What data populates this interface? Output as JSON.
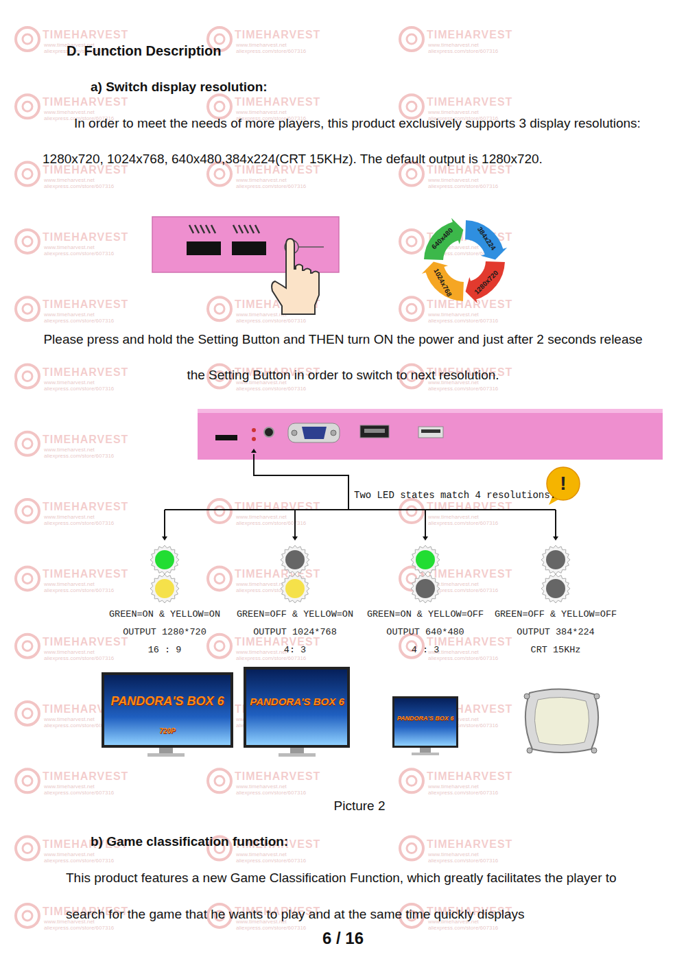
{
  "diagram": {
    "title": "D. Function Description",
    "caption": "Picture 2",
    "nodes": [
      {
        "text": [
          "GREEN=ON & YELLOW=ON",
          "OUTPUT 1280*720",
          "16 : 9"
        ]
      },
      {
        "text": [
          "GREEN=OFF & YELLOW=ON",
          "OUTPUT 1024*768",
          "4: 3"
        ]
      },
      {
        "text": [
          "GREEN=ON & YELLOW=OFF",
          "OUTPUT 640*480",
          "4 : 3"
        ]
      },
      {
        "text": [
          "GREEN=OFF & YELLOW=OFF",
          "OUTPUT 384*224",
          "CRT 15KHz"
        ]
      }
    ],
    "labels": [
      "a) Switch display resolution:",
      "In order to meet the needs of more players, this product exclusively supports 3 display resolutions: 1280x720, 1024x768, 640x480,384x224(CRT 15KHz). The default output is 1280x720.",
      "640x480",
      "384x224",
      "1280x720",
      "1024x768",
      "Please press and hold the Setting Button and THEN turn ON the power and just after 2 seconds release the Setting Button in order to switch to next resolution.",
      "Two LED states match 4 resolutions.",
      "!",
      "PANDORA'S BOX 6",
      "720P",
      "PANDORA'S BOX 6",
      "PANDORA'S BOX 6",
      "b) Game classification function:",
      "This product features a new Game Classification Function, which greatly facilitates the player to search for the game that he wants to play and at the same time quickly displays",
      "6 / 16",
      "TIMEHARVEST",
      "www.timeharvest.net",
      "aliexpress.com/store/607316",
      "TIMEHARVEST",
      "www.timeharvest.net",
      "aliexpress.com/store/607316",
      "TIMEHARVEST",
      "www.timeharvest.net",
      "aliexpress.com/store/607316",
      "TIMEHARVEST",
      "www.timeharvest.net",
      "aliexpress.com/store/607316",
      "TIMEHARVEST",
      "www.timeharvest.net",
      "aliexpress.com/store/607316",
      "TIMEHARVEST",
      "www.timeharvest.net",
      "aliexpress.com/store/607316",
      "TIMEHARVEST",
      "www.timeharvest.net",
      "aliexpress.com/store/607316",
      "TIMEHARVEST",
      "www.timeharvest.net",
      "aliexpress.com/store/607316",
      "TIMEHARVEST",
      "www.timeharvest.net",
      "aliexpress.com/store/607316",
      "TIMEHARVEST",
      "www.timeharvest.net",
      "aliexpress.com/store/607316",
      "TIMEHARVEST",
      "www.timeharvest.net",
      "aliexpress.com/store/607316",
      "TIMEHARVEST",
      "www.timeharvest.net",
      "aliexpress.com/store/607316",
      "TIMEHARVEST",
      "www.timeharvest.net",
      "aliexpress.com/store/607316",
      "TIMEHARVEST",
      "www.timeharvest.net",
      "aliexpress.com/store/607316",
      "TIMEHARVEST",
      "www.timeharvest.net",
      "aliexpress.com/store/607316",
      "TIMEHARVEST",
      "www.timeharvest.net",
      "aliexpress.com/store/607316",
      "TIMEHARVEST",
      "www.timeharvest.net",
      "aliexpress.com/store/607316",
      "TIMEHARVEST",
      "www.timeharvest.net",
      "aliexpress.com/store/607316",
      "TIMEHARVEST",
      "www.timeharvest.net",
      "aliexpress.com/store/607316",
      "TIMEHARVEST",
      "www.timeharvest.net",
      "aliexpress.com/store/607316",
      "TIMEHARVEST",
      "www.timeharvest.net",
      "aliexpress.com/store/607316",
      "TIMEHARVEST",
      "www.timeharvest.net",
      "aliexpress.com/store/607316",
      "TIMEHARVEST",
      "www.timeharvest.net",
      "aliexpress.com/store/607316",
      "TIMEHARVEST",
      "www.timeharvest.net",
      "aliexpress.com/store/607316",
      "TIMEHARVEST",
      "www.timeharvest.net",
      "aliexpress.com/store/607316",
      "TIMEHARVEST",
      "www.timeharvest.net",
      "aliexpress.com/store/607316",
      "TIMEHARVEST",
      "www.timeharvest.net",
      "aliexpress.com/store/607316",
      "TIMEHARVEST",
      "www.timeharvest.net",
      "aliexpress.com/store/607316",
      "TIMEHARVEST",
      "www.timeharvest.net",
      "aliexpress.com/store/607316",
      "TIMEHARVEST",
      "www.timeharvest.net",
      "aliexpress.com/store/607316",
      "TIMEHARVEST",
      "www.timeharvest.net",
      "aliexpress.com/store/607316",
      "TIMEHARVEST",
      "www.timeharvest.net",
      "aliexpress.com/store/607316",
      "TIMEHARVEST",
      "www.timeharvest.net",
      "aliexpress.com/store/607316",
      "TIMEHARVEST",
      "www.timeharvest.net",
      "aliexpress.com/store/607316",
      "TIMEHARVEST",
      "www.timeharvest.net",
      "aliexpress.com/store/607316",
      "TIMEHARVEST",
      "www.timeharvest.net",
      "aliexpress.com/store/607316",
      "TIMEHARVEST",
      "www.timeharvest.net",
      "aliexpress.com/store/607316",
      "TIMEHARVEST",
      "www.timeharvest.net",
      "aliexpress.com/store/607316",
      "TIMEHARVEST",
      "www.timeharvest.net",
      "aliexpress.com/store/607316",
      "TIMEHARVEST",
      "www.timeharvest.net",
      "aliexpress.com/store/607316",
      "TIMEHARVEST",
      "www.timeharvest.net",
      "aliexpress.com/store/607316",
      "TIMEHARVEST",
      "www.timeharvest.net",
      "aliexpress.com/store/607316"
    ]
  }
}
